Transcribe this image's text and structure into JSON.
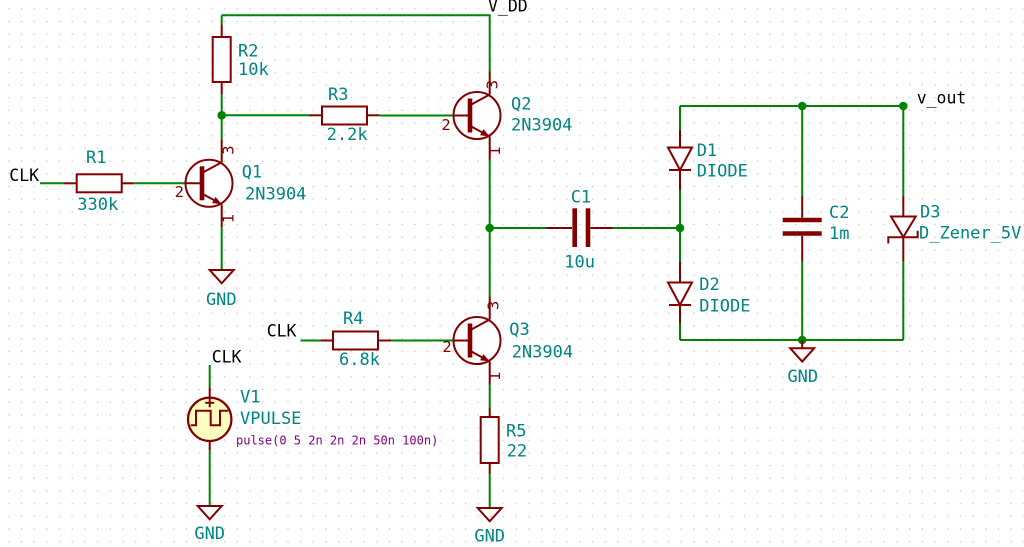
{
  "editor": {
    "background": "#ffffff",
    "grid_dot_color": "#c6c6c6",
    "colors": {
      "wire": "#008400",
      "component_outline": "#840000",
      "field_text": "#008484",
      "net_label_text": "#000000",
      "sim_param_text": "#840084",
      "device_body_fill": "#ffffc2",
      "junction": "#008400"
    }
  },
  "net_labels": {
    "v_dd": "V_DD",
    "v_out": "v_out",
    "clk_r1": "CLK",
    "clk_r4": "CLK",
    "clk_v1": "CLK"
  },
  "power_symbols": {
    "gnd_q1": "GND",
    "gnd_v1": "GND",
    "gnd_r5": "GND",
    "gnd_out": "GND"
  },
  "pin_numbers": {
    "base": "2",
    "collector": "3",
    "emitter": "1"
  },
  "components": {
    "R1": {
      "ref": "R1",
      "value": "330k"
    },
    "R2": {
      "ref": "R2",
      "value": "10k"
    },
    "R3": {
      "ref": "R3",
      "value": "2.2k"
    },
    "R4": {
      "ref": "R4",
      "value": "6.8k"
    },
    "R5": {
      "ref": "R5",
      "value": "22"
    },
    "Q1": {
      "ref": "Q1",
      "value": "2N3904"
    },
    "Q2": {
      "ref": "Q2",
      "value": "2N3904"
    },
    "Q3": {
      "ref": "Q3",
      "value": "2N3904"
    },
    "C1": {
      "ref": "C1",
      "value": "10u"
    },
    "C2": {
      "ref": "C2",
      "value": "1m"
    },
    "D1": {
      "ref": "D1",
      "value": "DIODE"
    },
    "D2": {
      "ref": "D2",
      "value": "DIODE"
    },
    "D3": {
      "ref": "D3",
      "value": "D_Zener_5V"
    },
    "V1": {
      "ref": "V1",
      "value": "VPULSE",
      "params": "pulse(0 5 2n 2n 2n 50n 100n)"
    }
  }
}
